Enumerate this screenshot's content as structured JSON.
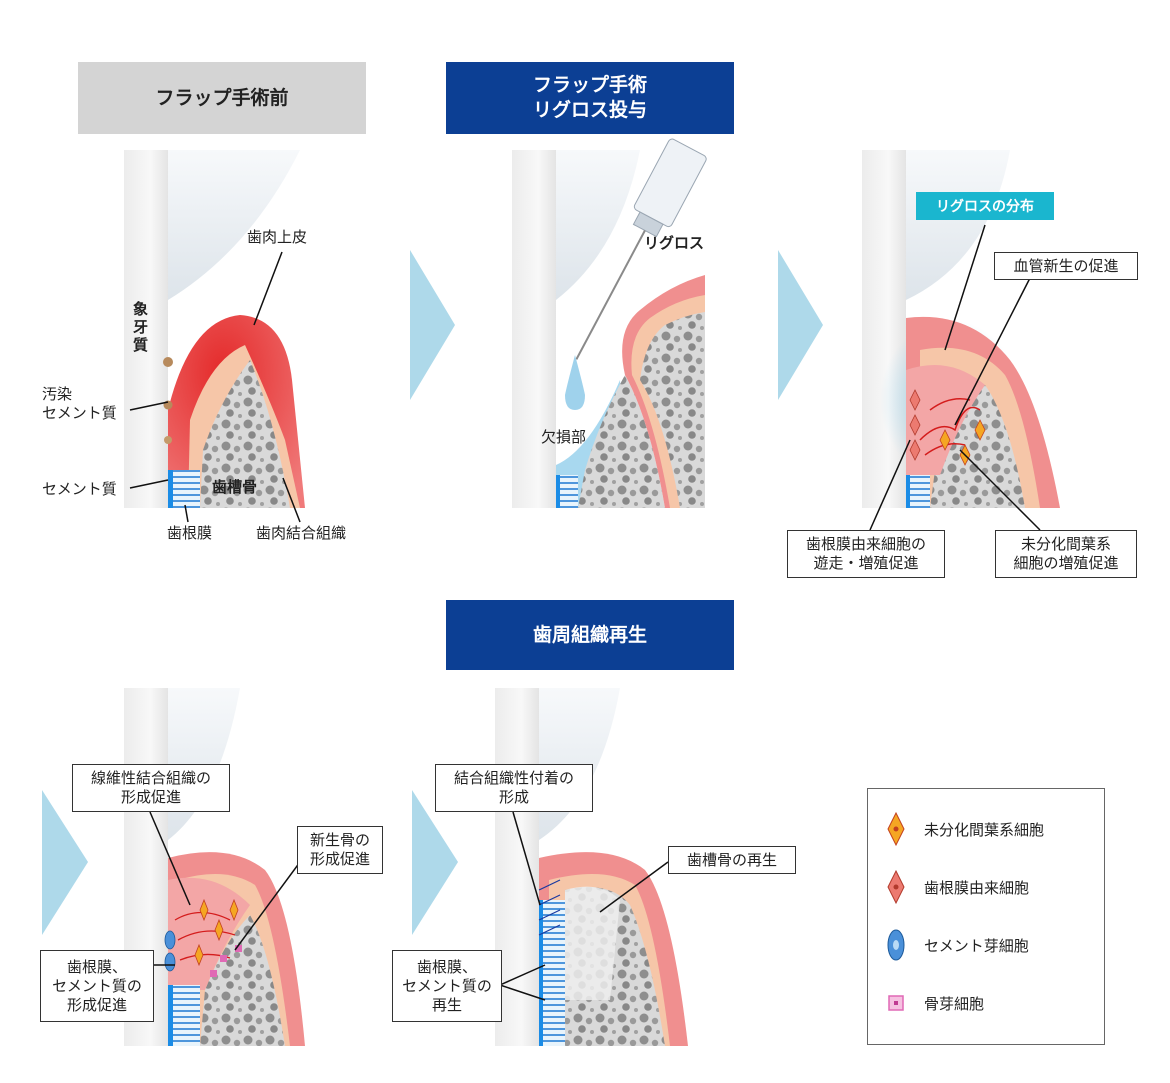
{
  "headers": {
    "before": "フラップ手術前",
    "surgery": [
      "フラップ手術",
      "リグロス投与"
    ],
    "regen": "歯周組織再生"
  },
  "panel1": {
    "ivory": "象牙質",
    "gingival_epithelium": "歯肉上皮",
    "contaminated_cementum": [
      "汚染",
      "セメント質"
    ],
    "cementum": "セメント質",
    "alveolar_bone": "歯槽骨",
    "pdl": "歯根膜",
    "gingival_ct": "歯肉結合組織"
  },
  "panel2": {
    "regroth": "リグロス",
    "defect": "欠損部"
  },
  "panel3": {
    "distribution": "リグロスの分布",
    "angiogenesis": "血管新生の促進",
    "pdl_cells": [
      "歯根膜由来細胞の",
      "遊走・増殖促進"
    ],
    "mesenchymal": [
      "未分化間葉系",
      "細胞の増殖促進"
    ]
  },
  "panel4": {
    "fibrous": [
      "線維性結合組織の",
      "形成促進"
    ],
    "new_bone": [
      "新生骨の",
      "形成促進"
    ],
    "pdl_cementum": [
      "歯根膜、",
      "セメント質の",
      "形成促進"
    ]
  },
  "panel5": {
    "ct_attachment": [
      "結合組織性付着の",
      "形成"
    ],
    "bone_regen": "歯槽骨の再生",
    "pdl_regen": [
      "歯根膜、",
      "セメント質の",
      "再生"
    ]
  },
  "legend": [
    {
      "label": "未分化間葉系細胞",
      "icon": "mesenchymal-cell-icon",
      "color": "#f5a623"
    },
    {
      "label": "歯根膜由来細胞",
      "icon": "pdl-cell-icon",
      "color": "#e8605a"
    },
    {
      "label": "セメント芽細胞",
      "icon": "cementoblast-icon",
      "color": "#4a90d9"
    },
    {
      "label": "骨芽細胞",
      "icon": "osteoblast-icon",
      "color": "#e069b5"
    }
  ]
}
